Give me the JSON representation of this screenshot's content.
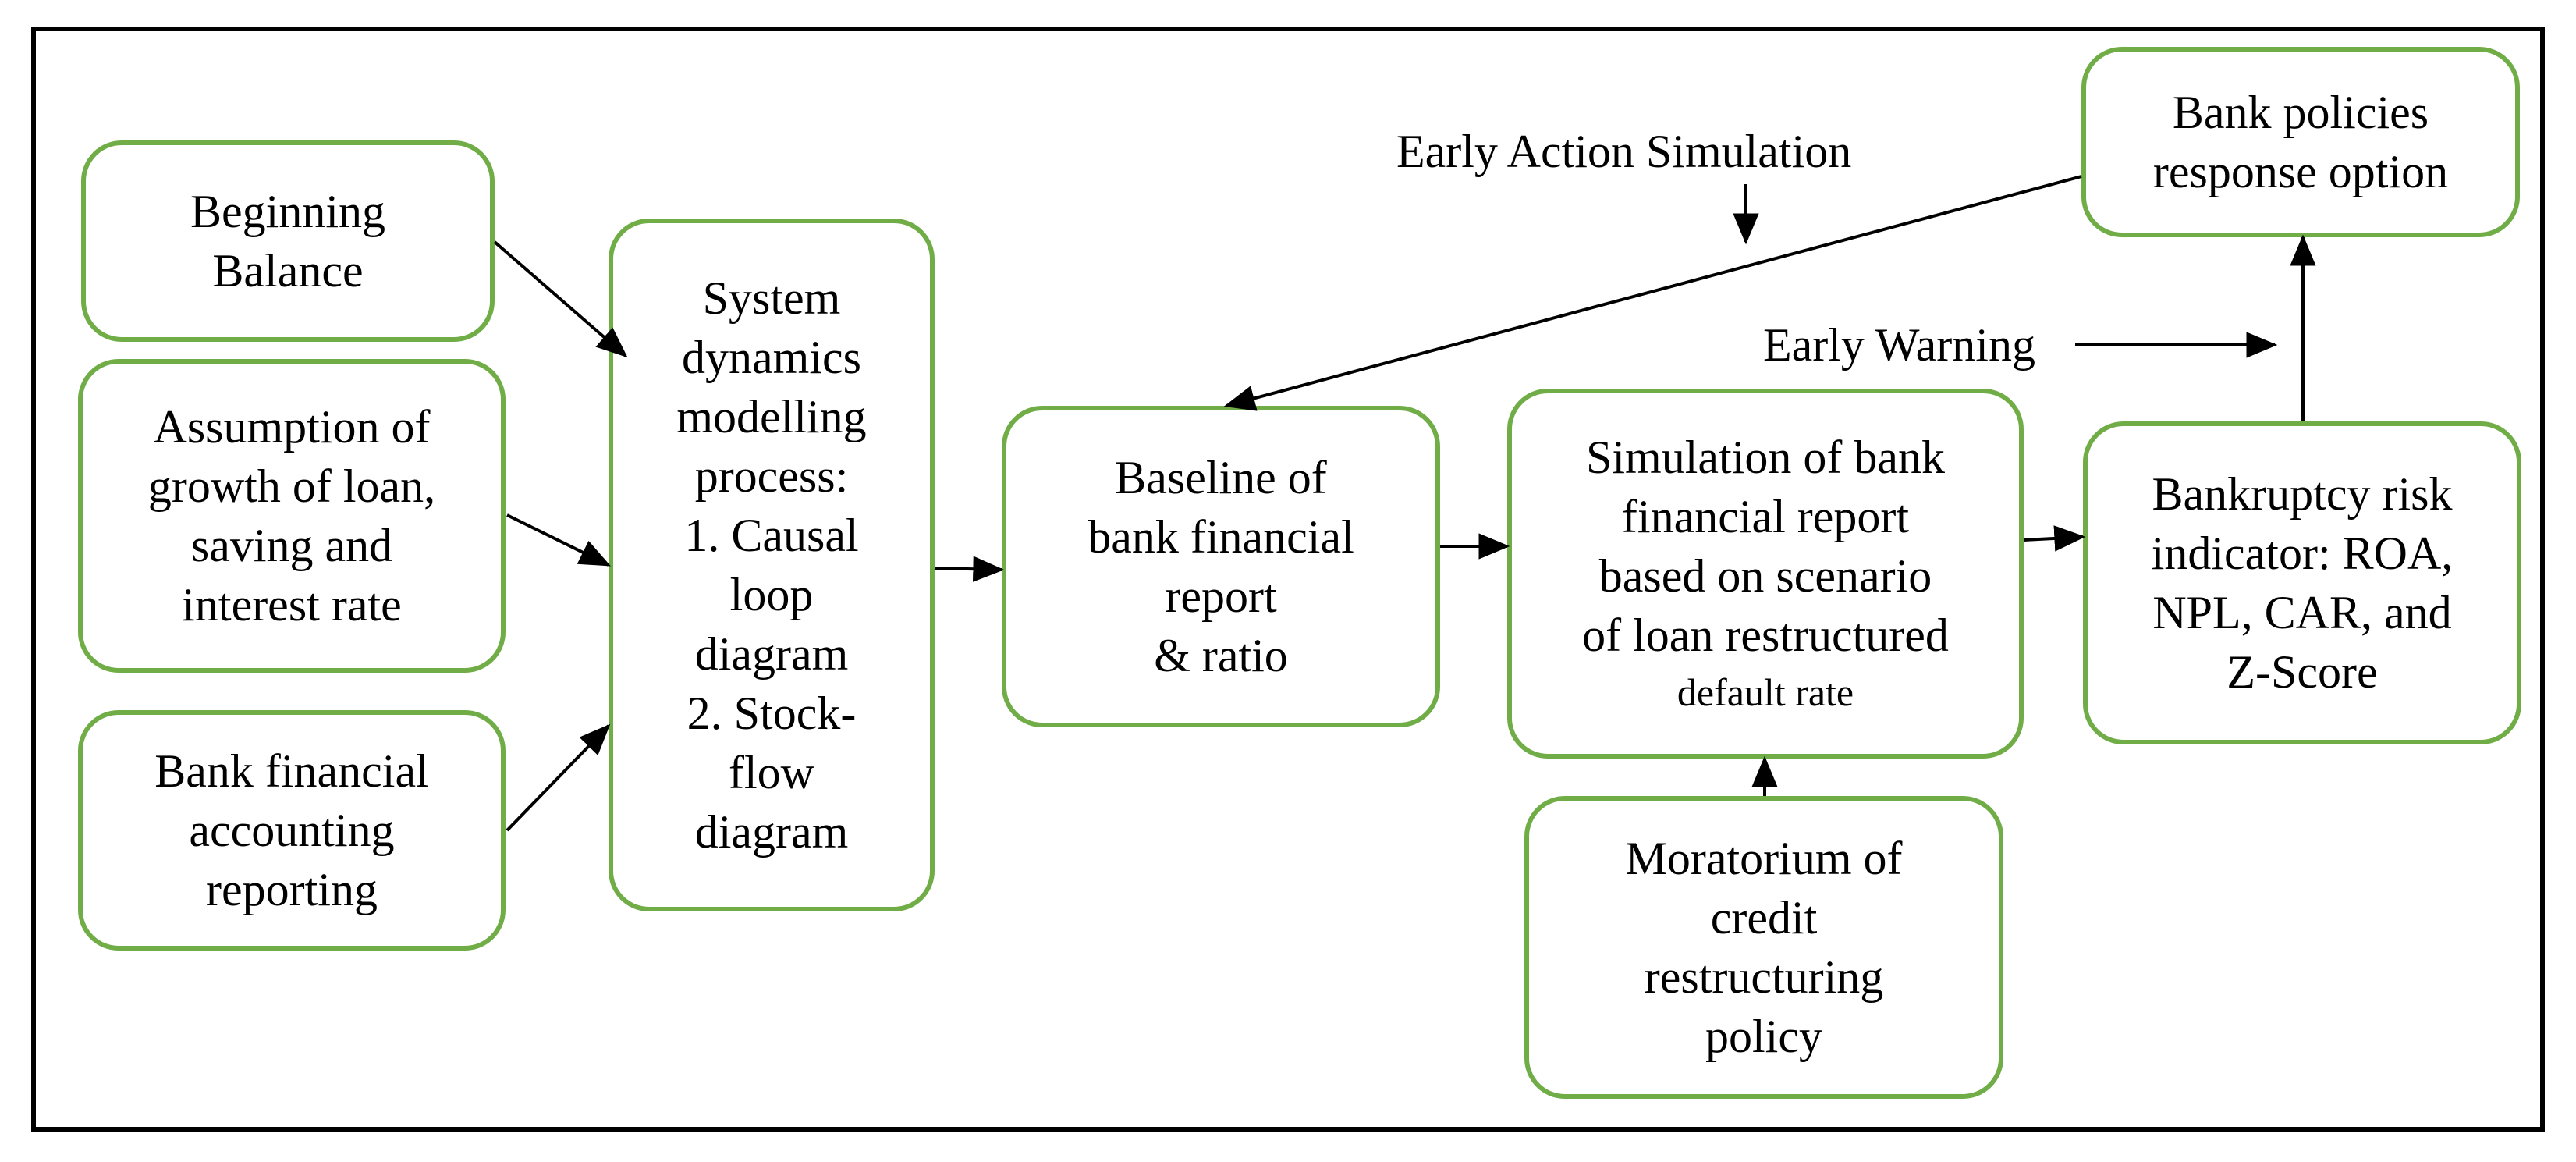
{
  "diagram": {
    "boxes": {
      "beginning_balance": [
        "Beginning",
        "Balance"
      ],
      "assumption_growth": [
        "Assumption of",
        "growth of loan,",
        "saving and",
        "interest rate"
      ],
      "bank_accounting": [
        "Bank financial",
        "accounting",
        "reporting"
      ],
      "system_dynamics": [
        "System",
        "dynamics",
        "modelling",
        "process:",
        "1. Causal",
        "loop",
        "diagram",
        "2. Stock-",
        "flow",
        "diagram"
      ],
      "baseline_report": [
        "Baseline  of",
        "bank financial",
        "report",
        "& ratio"
      ],
      "simulation_report": [
        "Simulation  of bank",
        "financial report",
        "based on scenario",
        "of loan restructured"
      ],
      "simulation_report_small": "default rate",
      "moratorium": [
        "Moratorium of",
        "credit",
        "restructuring",
        "policy"
      ],
      "bankruptcy_indicator": [
        "Bankruptcy risk",
        "indicator: ROA,",
        "NPL, CAR, and",
        "Z-Score"
      ],
      "bank_policies": [
        "Bank policies",
        "response option"
      ]
    },
    "labels": {
      "early_action_simulation": "Early Action Simulation",
      "early_warning": "Early Warning"
    },
    "colors": {
      "box_border": "#70ad47",
      "arrow": "#000000",
      "frame": "#000000"
    }
  }
}
